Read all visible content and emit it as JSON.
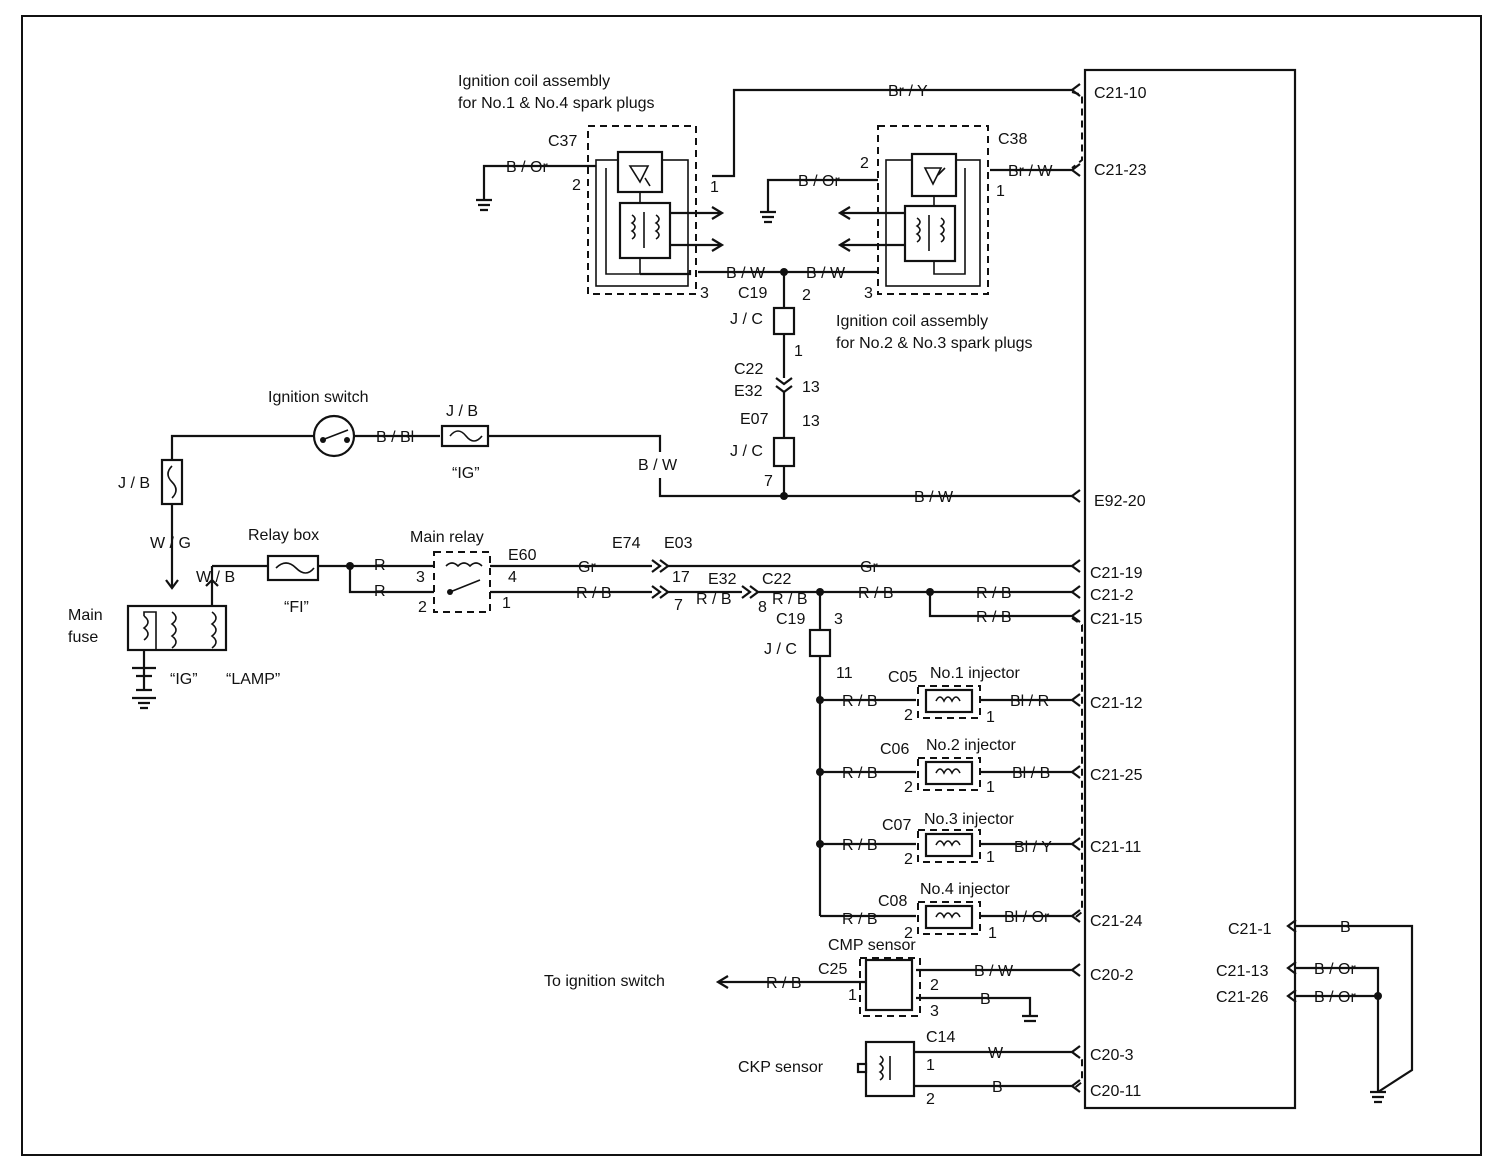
{
  "title": {
    "coil_a_line1": "Ignition coil assembly",
    "coil_a_line2": "for No.1 & No.4 spark plugs",
    "coil_b_line1": "Ignition coil assembly",
    "coil_b_line2": "for No.2 & No.3 spark plugs"
  },
  "components": {
    "ignition_switch": "Ignition switch",
    "relay_box": "Relay box",
    "main_relay": "Main relay",
    "main_fuse_1": "Main",
    "main_fuse_2": "fuse",
    "fuse_ig": "“IG”",
    "fuse_lamp": "“LAMP”",
    "fuse_fi": "“FI”",
    "fuse_ig2": "“IG”",
    "jb_1": "J / B",
    "jb_2": "J / B",
    "jc_1": "J / C",
    "jc_2": "J / C",
    "jc_3": "J / C",
    "inj1": "No.1 injector",
    "inj2": "No.2 injector",
    "inj3": "No.3 injector",
    "inj4": "No.4 injector",
    "cmp": "CMP sensor",
    "ckp": "CKP sensor",
    "to_ign": "To ignition switch"
  },
  "connectors": {
    "c37": "C37",
    "c38": "C38",
    "c19a": "C19",
    "c22a": "C22",
    "e32a": "E32",
    "e07": "E07",
    "e60": "E60",
    "e74": "E74",
    "e03": "E03",
    "e32b": "E32",
    "c22b": "C22",
    "c19b": "C19",
    "c05": "C05",
    "c06": "C06",
    "c07": "C07",
    "c08": "C08",
    "c25": "C25",
    "c14": "C14"
  },
  "pins": {
    "c37_2": "2",
    "c37_1": "1",
    "c37_3": "3",
    "c38_2": "2",
    "c38_1": "1",
    "c38_3": "3",
    "c19_2": "2",
    "c19_1": "1",
    "e32_13": "13",
    "e07_13": "13",
    "jc_7": "7",
    "relay_3": "3",
    "relay_2": "2",
    "relay_4": "4",
    "relay_1": "1",
    "e74_17": "17",
    "e03_7": "7",
    "c22_8": "8",
    "c19b_3": "3",
    "c19b_11": "11",
    "c05_2": "2",
    "c05_1": "1",
    "c06_2": "2",
    "c06_1": "1",
    "c07_2": "2",
    "c07_1": "1",
    "c08_2": "2",
    "c08_1": "1",
    "c25_1": "1",
    "c25_2": "2",
    "c25_3": "3",
    "c14_1": "1",
    "c14_2": "2"
  },
  "wires": {
    "br_y": "Br / Y",
    "br_w": "Br / W",
    "b_or_a": "B / Or",
    "b_or_b": "B / Or",
    "b_w_a": "B / W",
    "b_w_b": "B / W",
    "b_bl": "B / Bl",
    "b_w_c": "B / W",
    "b_w_d": "B / W",
    "w_g": "W / G",
    "w_b": "W / B",
    "r_a": "R",
    "r_b": "R",
    "gr_a": "Gr",
    "gr_b": "Gr",
    "r_b_a": "R / B",
    "r_b_b": "R / B",
    "r_b_c": "R / B",
    "r_b_d": "R / B",
    "r_b_e": "R / B",
    "r_b_i1": "R / B",
    "r_b_i2": "R / B",
    "r_b_i3": "R / B",
    "r_b_i4": "R / B",
    "bl_r": "Bl / R",
    "bl_b": "Bl / B",
    "bl_y": "Bl / Y",
    "bl_or": "Bl / Or",
    "r_b_ign": "R / B",
    "b_w_cmp": "B / W",
    "b_cmp": "B",
    "w_ckp": "W",
    "b_ckp": "B",
    "b_gnd": "B",
    "b_or_g1": "B / Or",
    "b_or_g2": "B / Or"
  },
  "ecm_terminals": {
    "c21_10": "C21-10",
    "c21_23": "C21-23",
    "e92_20": "E92-20",
    "c21_19": "C21-19",
    "c21_2": "C21-2",
    "c21_15": "C21-15",
    "c21_12": "C21-12",
    "c21_25": "C21-25",
    "c21_11": "C21-11",
    "c21_24": "C21-24",
    "c20_2": "C20-2",
    "c20_3": "C20-3",
    "c20_11": "C20-11",
    "c21_1": "C21-1",
    "c21_13": "C21-13",
    "c21_26": "C21-26"
  }
}
